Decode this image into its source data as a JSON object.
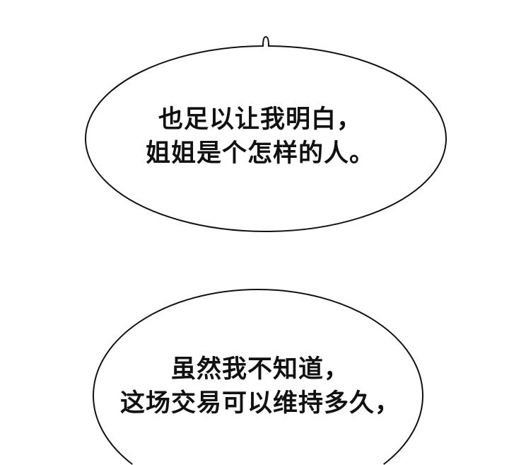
{
  "bubbles": [
    {
      "lines": [
        "也足以让我明白，",
        "姐姐是个怎样的人。"
      ]
    },
    {
      "lines": [
        "虽然我不知道，",
        "这场交易可以维持多久，"
      ]
    }
  ],
  "colors": {
    "background": "#ffffff",
    "stroke": "#111111",
    "text": "#111111"
  }
}
